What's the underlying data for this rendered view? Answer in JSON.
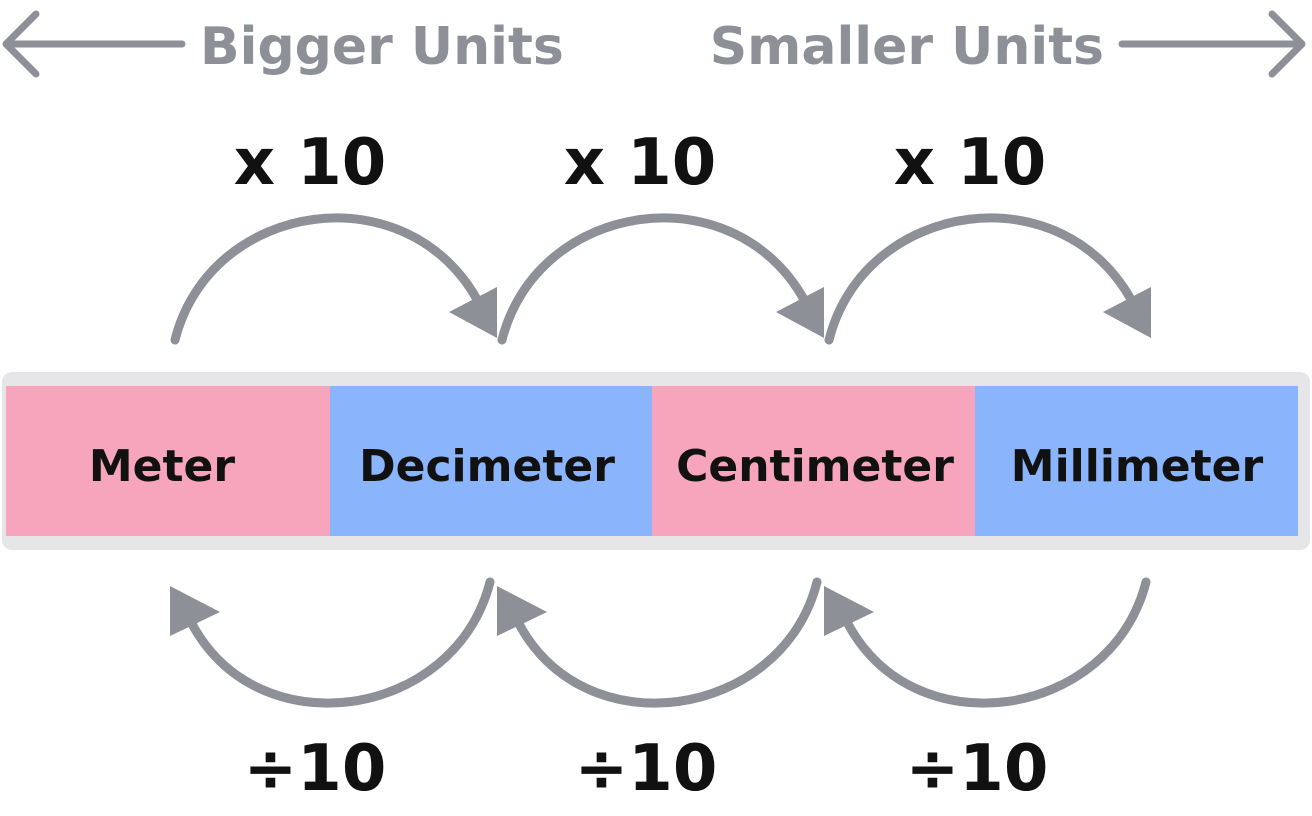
{
  "headings": {
    "left": "Bigger Units",
    "right": "Smaller Units"
  },
  "units": [
    {
      "label": "Meter",
      "color": "#f7a5bd"
    },
    {
      "label": "Decimeter",
      "color": "#8ab4fb"
    },
    {
      "label": "Centimeter",
      "color": "#f7a5bd"
    },
    {
      "label": "Millimeter",
      "color": "#8ab4fb"
    }
  ],
  "multiply": [
    "x 10",
    "x 10",
    "x 10"
  ],
  "divide": [
    "÷10",
    "÷10",
    "÷10"
  ],
  "colors": {
    "arrow": "#8e9098",
    "heading": "#8e9098",
    "text": "#111111",
    "bar_border": "#e6e6e8"
  }
}
